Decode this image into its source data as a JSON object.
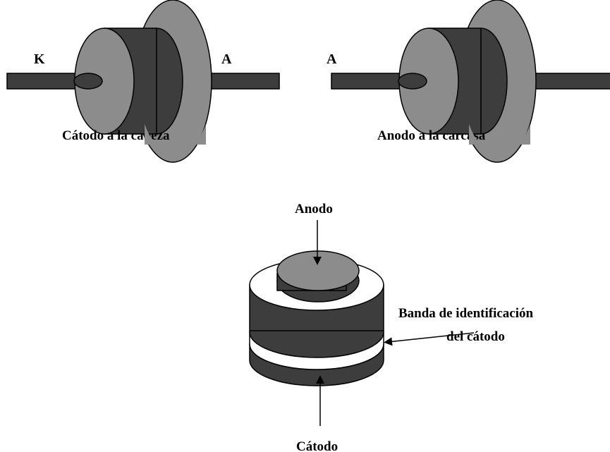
{
  "left_diode": {
    "terminal_left": "K",
    "terminal_right": "A",
    "caption": "Cátodo a la cabeza"
  },
  "right_diode": {
    "terminal_left": "A",
    "caption": "Anodo a la carcasa"
  },
  "stud_diode": {
    "label_top": "Anodo",
    "label_band_line1": "Banda de identificación",
    "label_band_line2": "del cátodo",
    "label_bottom": "Cátodo"
  },
  "colors": {
    "dark": "#3d3d3d",
    "light": "#8c8c8c",
    "outline": "#000000",
    "background": "#ffffff"
  }
}
